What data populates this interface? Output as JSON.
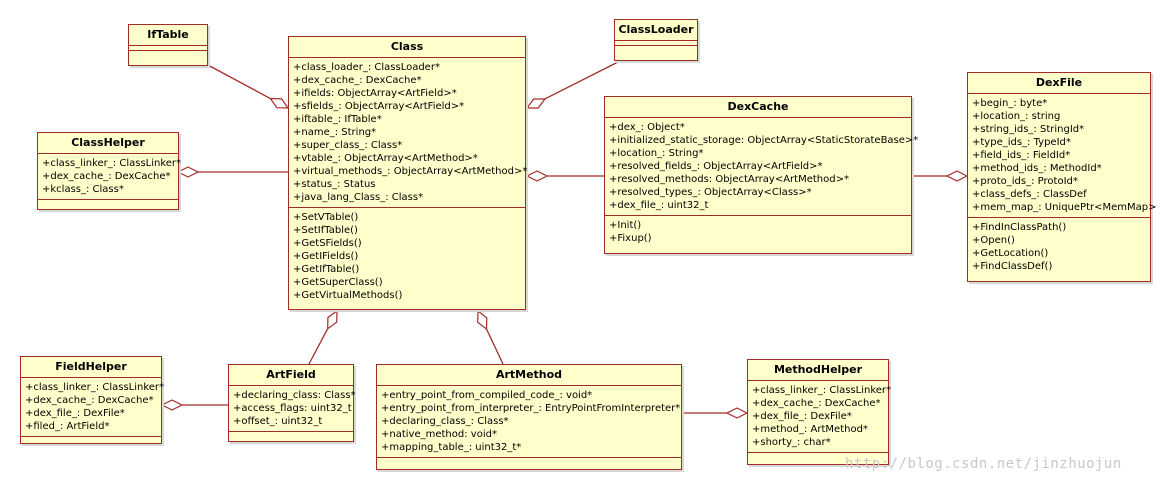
{
  "classes": {
    "iftable": {
      "name": "IfTable",
      "attributes": [],
      "methods": []
    },
    "classloader": {
      "name": "ClassLoader",
      "attributes": [],
      "methods": []
    },
    "class": {
      "name": "Class",
      "attributes": [
        "+class_loader_: ClassLoader*",
        "+dex_cache_: DexCache*",
        "+ifields: ObjectArray<ArtField>*",
        "+sfields_: ObjectArray<ArtField>*",
        "+iftable_: IfTable*",
        "+name_: String*",
        "+super_class_: Class*",
        "+vtable_: ObjectArray<ArtMethod>*",
        "+virtual_methods_: ObjectArray<ArtMethod>*",
        "+status_: Status",
        "+java_lang_Class_: Class*"
      ],
      "methods": [
        "+SetVTable()",
        "+SetIfTable()",
        "+GetSFields()",
        "+GetIFields()",
        "+GetIfTable()",
        "+GetSuperClass()",
        "+GetVirtualMethods()"
      ]
    },
    "classhelper": {
      "name": "ClassHelper",
      "attributes": [
        "+class_linker_: ClassLinker*",
        "+dex_cache_: DexCache*",
        "+kclass_: Class*"
      ],
      "methods": []
    },
    "dexcache": {
      "name": "DexCache",
      "attributes": [
        "+dex_: Object*",
        "+initialized_static_storage: ObjectArray<StaticStorateBase>*",
        "+location_: String*",
        "+resolved_fields_: ObjectArray<ArtField>*",
        "+resolved_methods: ObjectArray<ArtMethod>*",
        "+resolved_types_: ObjectArray<Class>*",
        "+dex_file_: uint32_t"
      ],
      "methods": [
        "+Init()",
        "+Fixup()"
      ]
    },
    "dexfile": {
      "name": "DexFile",
      "attributes": [
        "+begin_: byte*",
        "+location_: string",
        "+string_ids_: StringId*",
        "+type_ids_: TypeId*",
        "+field_ids_: FieldId*",
        "+method_ids_: MethodId*",
        "+proto_ids_: ProtoId*",
        "+class_defs_: ClassDef",
        "+mem_map_: UniquePtr<MemMap>"
      ],
      "methods": [
        "+FindInClassPath()",
        "+Open()",
        "+GetLocation()",
        "+FindClassDef()"
      ]
    },
    "fieldhelper": {
      "name": "FieldHelper",
      "attributes": [
        "+class_linker_: ClassLinker*",
        "+dex_cache_: DexCache*",
        "+dex_file_: DexFile*",
        "+filed_: ArtField*"
      ],
      "methods": []
    },
    "artfield": {
      "name": "ArtField",
      "attributes": [
        "+declaring_class: Class*",
        "+access_flags: uint32_t",
        "+offset_: uint32_t"
      ],
      "methods": []
    },
    "artmethod": {
      "name": "ArtMethod",
      "attributes": [
        "+entry_point_from_compiled_code_: void*",
        "+entry_point_from_interpreter_: EntryPointFromInterpreter*",
        "+declaring_class_: Class*",
        "+native_method: void*",
        "+mapping_table_: uint32_t*"
      ],
      "methods": []
    },
    "methodhelper": {
      "name": "MethodHelper",
      "attributes": [
        "+class_linker_: ClassLinker*",
        "+dex_cache_: DexCache*",
        "+dex_file_: DexFile*",
        "+method_: ArtMethod*",
        "+shorty_: char*"
      ],
      "methods": []
    }
  },
  "associations": [
    {
      "whole": "class",
      "part": "iftable"
    },
    {
      "whole": "class",
      "part": "classloader"
    },
    {
      "whole": "classhelper",
      "part": "class"
    },
    {
      "whole": "dexcache",
      "part": "class"
    },
    {
      "whole": "dexfile",
      "part": "dexcache"
    },
    {
      "whole": "class",
      "part": "artfield"
    },
    {
      "whole": "class",
      "part": "artmethod"
    },
    {
      "whole": "fieldhelper",
      "part": "artfield"
    },
    {
      "whole": "methodhelper",
      "part": "artmethod"
    }
  ],
  "watermark": "http://blog.csdn.net/jinzhuojun",
  "colors": {
    "box_fill": "#ffffcc",
    "box_border": "#a52a2a",
    "edge": "#a52a2a"
  }
}
